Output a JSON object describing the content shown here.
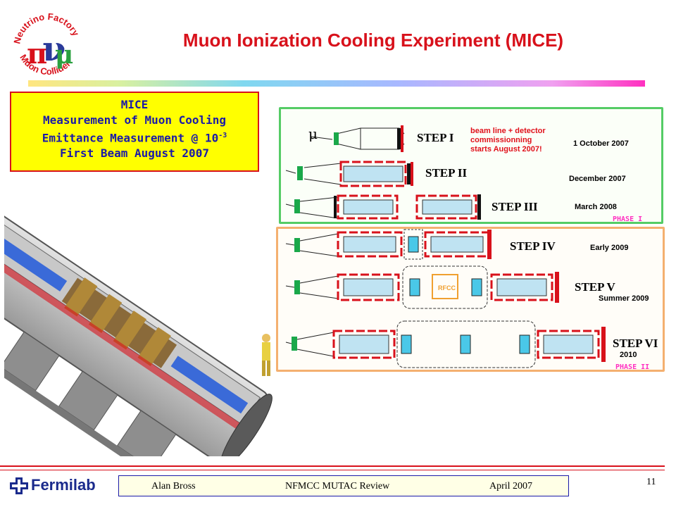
{
  "title": "Muon Ionization Cooling Experiment (MICE)",
  "logo": {
    "top_text": "Neutrino Factory",
    "bottom_text": "Muon Collider",
    "icon": "nf-mc-logo"
  },
  "info_box": {
    "line1": "MICE",
    "line2": "Measurement of Muon Cooling",
    "line3_prefix": "Emittance Measurement @ 10",
    "line3_exp": "-3",
    "line4": "First Beam August 2007"
  },
  "diagram": {
    "mu_symbol": "μ",
    "phase1_label": "PHASE I",
    "phase2_label": "PHASE II",
    "note": [
      "beam line + detector",
      "commissionning",
      "starts August 2007!"
    ],
    "rf_label": "RFCC",
    "steps": [
      {
        "label": "STEP I",
        "date": "1 October 2007"
      },
      {
        "label": "STEP II",
        "date": "December 2007"
      },
      {
        "label": "STEP III",
        "date": "March 2008"
      },
      {
        "label": "STEP IV",
        "date": "Early 2009"
      },
      {
        "label": "STEP V",
        "date": "Summer 2009"
      },
      {
        "label": "STEP VI",
        "date": "2010"
      }
    ]
  },
  "footer": {
    "organization": "Fermilab",
    "author": "Alan Bross",
    "event": "NFMCC MUTAC Review",
    "date": "April 2007",
    "page": "11"
  },
  "colors": {
    "title": "#d8111b",
    "box_text": "#1a1aa8",
    "box_bg": "#ffff00",
    "phase_label": "#ff30c0"
  }
}
